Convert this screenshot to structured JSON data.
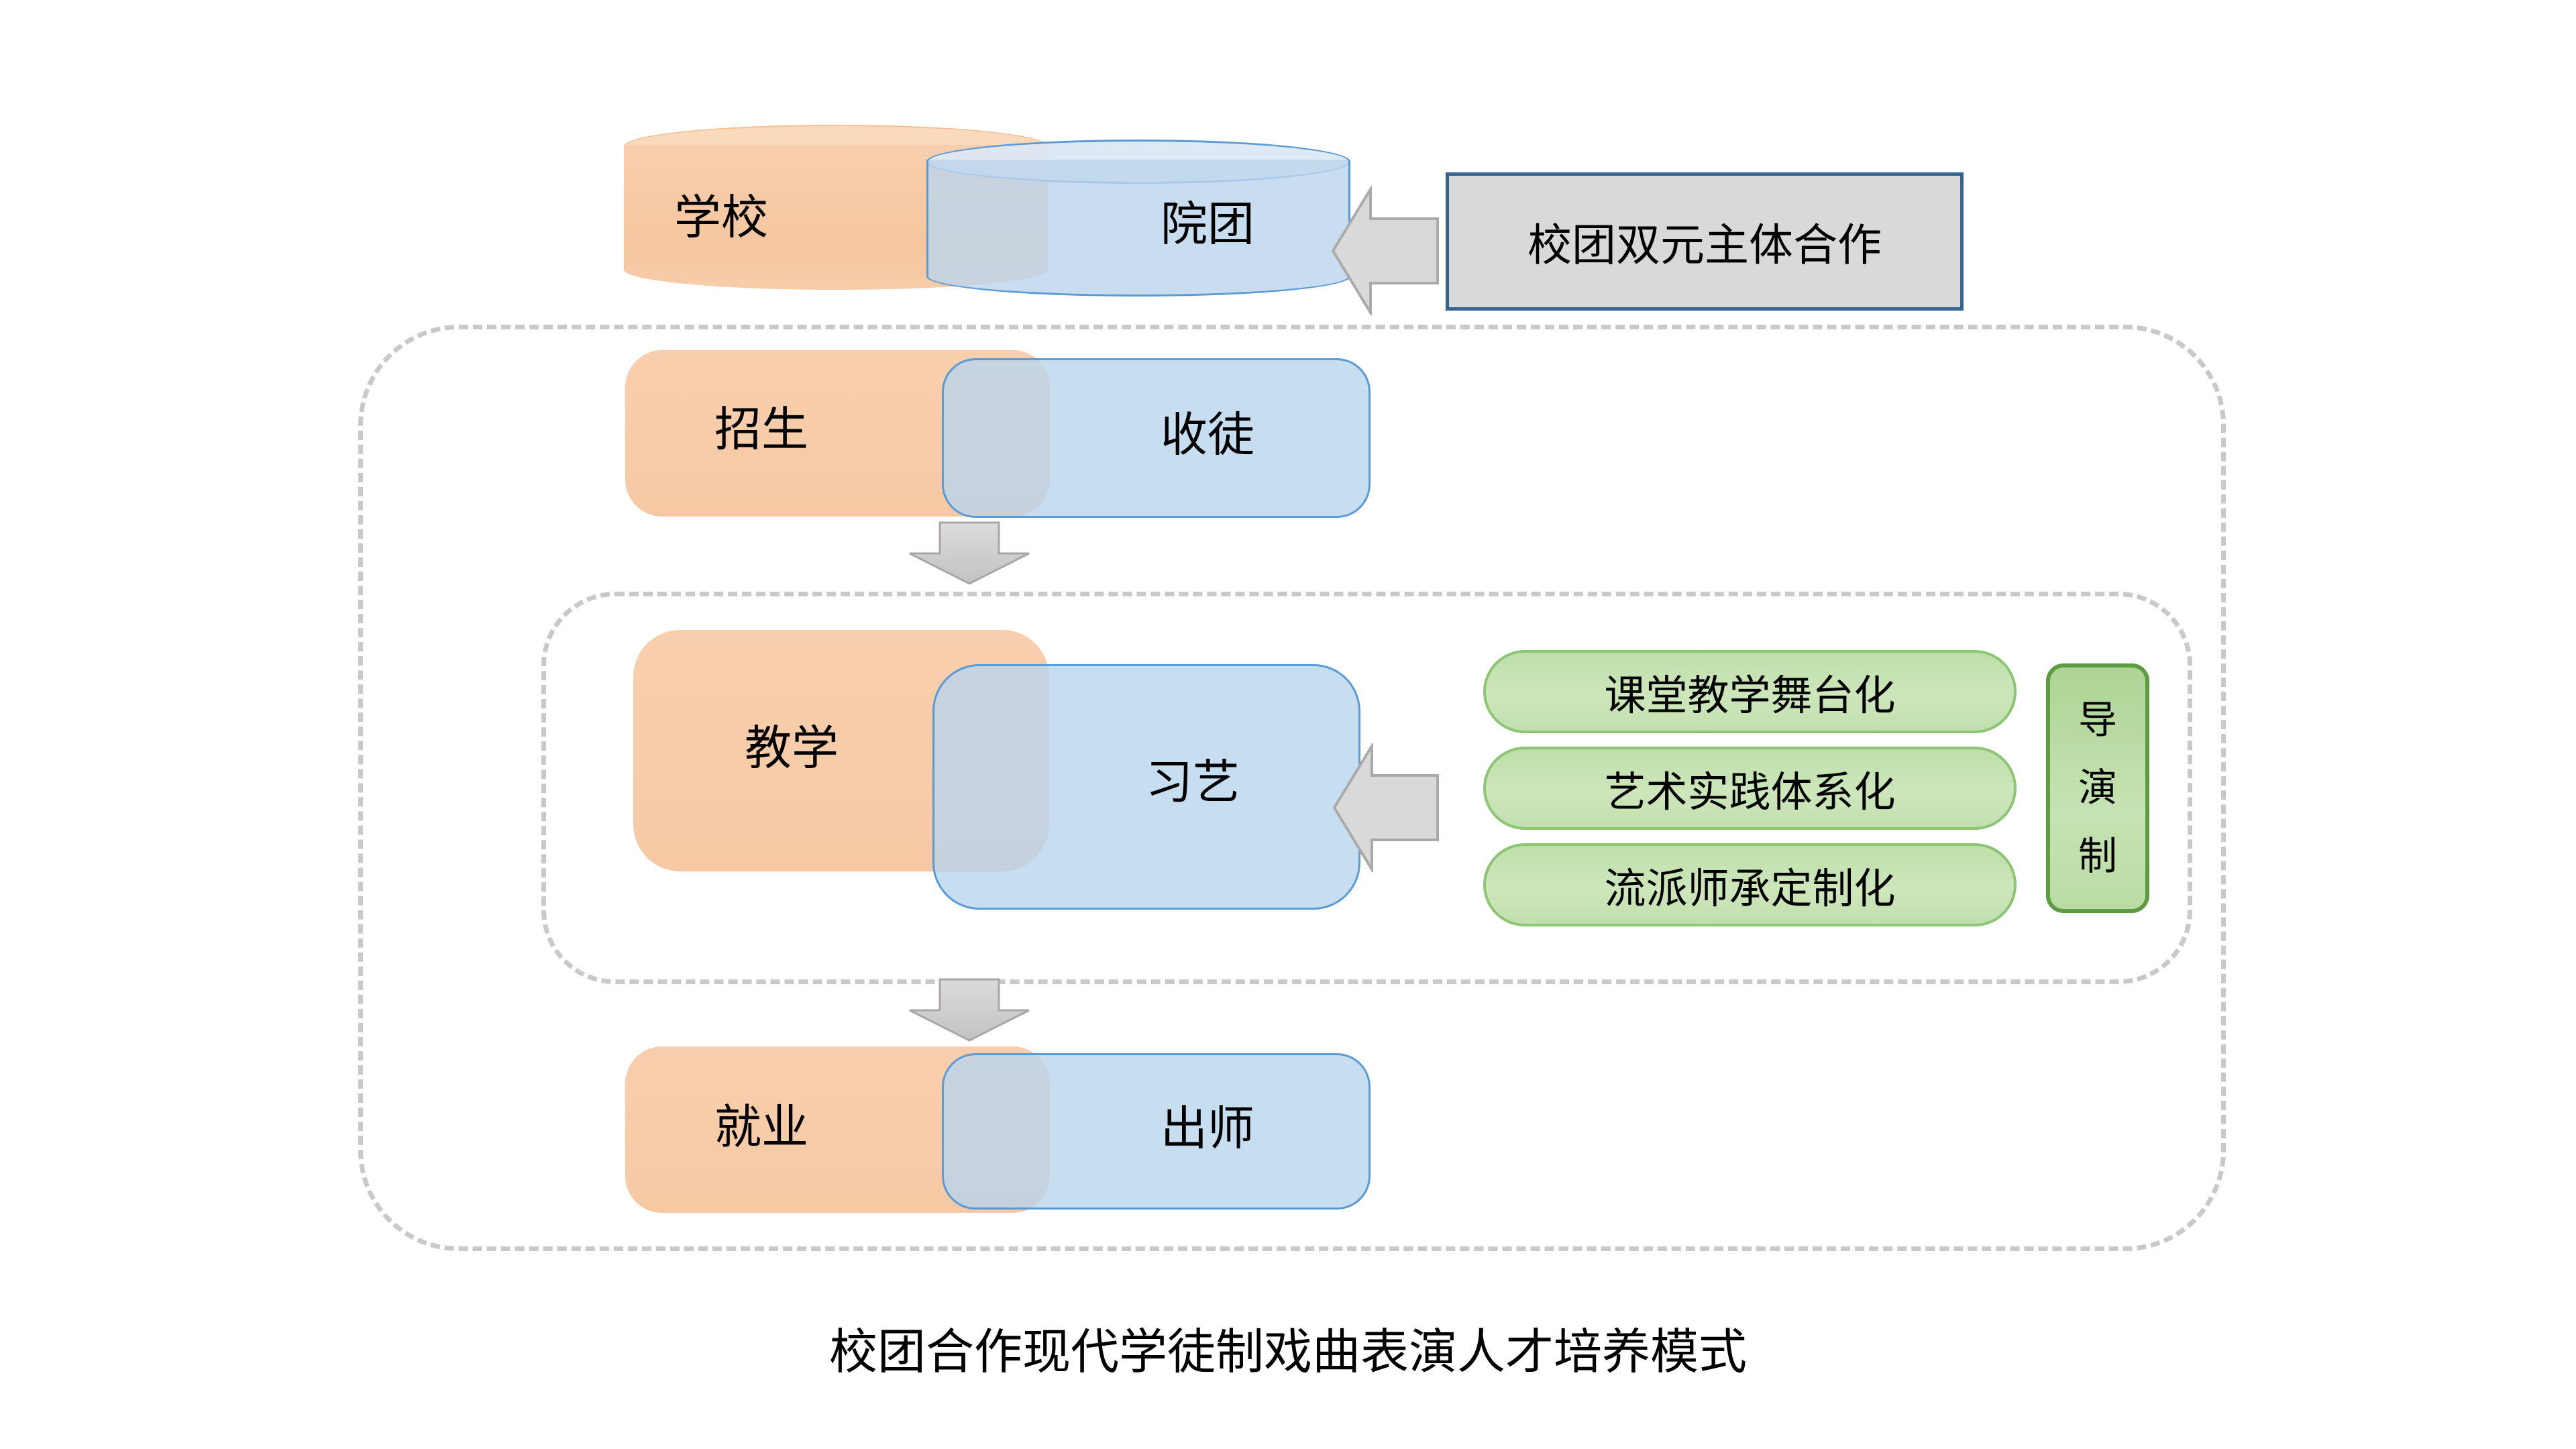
{
  "diagram": {
    "caption": "校团合作现代学徒制戏曲表演人才培养模式",
    "entities": {
      "school": "学校",
      "troupe": "院团"
    },
    "cooperation_label": "校团双元主体合作",
    "rows": {
      "enrollment": {
        "school": "招生",
        "troupe": "收徒"
      },
      "training": {
        "school": "教学",
        "troupe": "习艺"
      },
      "outcome": {
        "school": "就业",
        "troupe": "出师"
      }
    },
    "methods": [
      "课堂教学舞台化",
      "艺术实践体系化",
      "流派师承定制化"
    ],
    "director_system": "导演制",
    "colors": {
      "school_fill": "#F6C9A4",
      "troupe_fill": "#BDD7EE",
      "troupe_border": "#5B9BD5",
      "method_fill": "#C5E2B2",
      "method_border": "#8CC573",
      "director_border": "#5E9B42",
      "cooperation_fill": "#D9D9D9",
      "cooperation_border": "#36648F",
      "arrow_fill": "#D9D9D9",
      "arrow_border": "#ACA9A9",
      "dashed_border": "#C9C9C9",
      "text": "#000000"
    }
  }
}
